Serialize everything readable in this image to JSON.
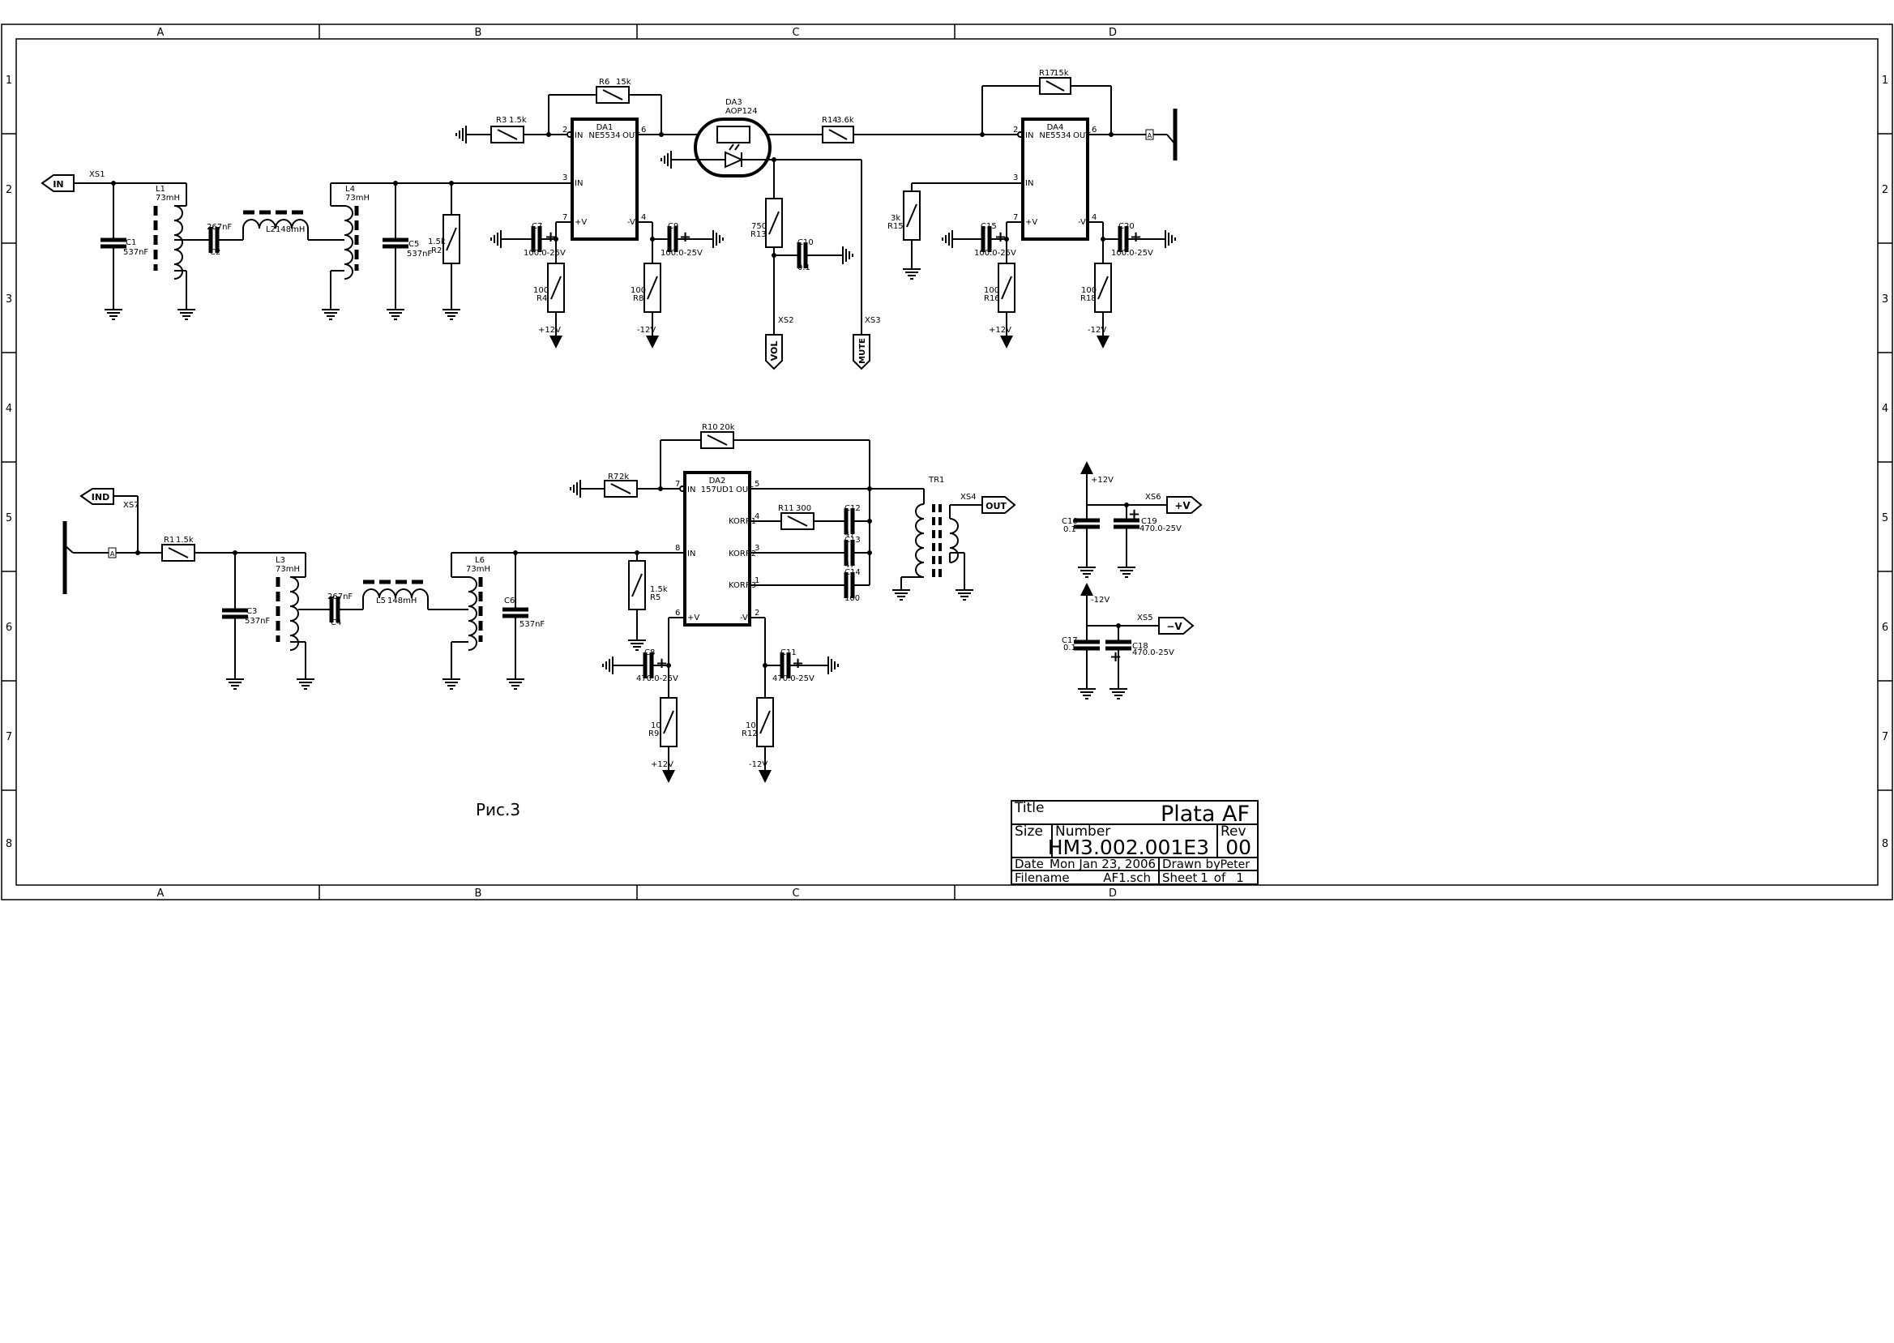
{
  "frame": {
    "columns": [
      "A",
      "B",
      "C",
      "D"
    ],
    "rows": [
      "1",
      "2",
      "3",
      "4",
      "5",
      "6",
      "7",
      "8"
    ]
  },
  "caption": "Рис.3",
  "title_block": {
    "title_label": "Title",
    "title": "Plata AF",
    "size_label": "Size",
    "number_label": "Number",
    "number": "HM3.002.001E3",
    "rev_label": "Rev",
    "rev": "00",
    "date_label": "Date",
    "date": "Mon Jan 23, 2006",
    "drawn_label": "Drawn by",
    "drawn": "Peter",
    "filename_label": "Filename",
    "filename": "AF1.sch",
    "sheet_label": "Sheet",
    "sheet_num": "1",
    "of_label": "of",
    "sheet_total": "1"
  },
  "connectors": {
    "in": "IN",
    "xs1": "XS1",
    "ind": "IND",
    "xs7": "XS7",
    "vol": "VOL",
    "xs2": "XS2",
    "mute": "MUTE",
    "xs3": "XS3",
    "out": "OUT",
    "xs4": "XS4",
    "pv": "+V",
    "xs6": "XS6",
    "mv": "−V",
    "xs5": "XS5",
    "a": "A"
  },
  "components": {
    "L1": "L1",
    "L1v": "73mH",
    "C1": "C1",
    "C1v": "537nF",
    "C2": "C2",
    "C2v": "267nF",
    "L2": "L2",
    "L2v": "148mH",
    "L4": "L4",
    "L4v": "73mH",
    "C5": "C5",
    "C5v": "537nF",
    "R2": "R2",
    "R2v": "1.5k",
    "R3": "R3",
    "R3v": "1.5k",
    "R6": "R6",
    "R6v": "15k",
    "DA1": "DA1",
    "DA1v": "NE5534",
    "C7": "C7",
    "C7v": "100.0-25V",
    "C9": "C9",
    "C9v": "100.0-25V",
    "R4": "R4",
    "R4v": "100",
    "R8": "R8",
    "R8v": "100",
    "DA3": "DA3",
    "DA3v": "AOP124",
    "R14": "R14",
    "R14v": "3.6k",
    "R13": "R13",
    "R13v": "750",
    "C10": "C10",
    "C10v": "0.1",
    "R17": "R17",
    "R17v": "15k",
    "DA4": "DA4",
    "DA4v": "NE5534",
    "R15": "R15",
    "R15v": "3k",
    "C15": "C15",
    "C15v": "100.0-25V",
    "C20": "C20",
    "C20v": "100.0-25V",
    "R16": "R16",
    "R16v": "100",
    "R18": "R18",
    "R18v": "100",
    "R1": "R1",
    "R1v": "1.5k",
    "C3": "C3",
    "C3v": "537nF",
    "L3": "L3",
    "L3v": "73mH",
    "C4": "C4",
    "C4v": "267nF",
    "L5": "L5",
    "L5v": "148mH",
    "L6": "L6",
    "L6v": "73mH",
    "C6": "C6",
    "C6v": "537nF",
    "R5": "R5",
    "R5v": "1.5k",
    "R7": "R7",
    "R7v": "2k",
    "R10": "R10",
    "R10v": "20k",
    "DA2": "DA2",
    "DA2v": "157UD1",
    "R11": "R11",
    "R11v": "300",
    "C12": "C12",
    "C12v": "47",
    "C13": "C13",
    "C13v": "47",
    "C14": "C14",
    "C14v": "100",
    "TR1": "TR1",
    "C8": "C8",
    "C8v": "470.0-25V",
    "C11": "C11",
    "C11v": "470.0-25V",
    "R9": "R9",
    "R9v": "10",
    "R12": "R12",
    "R12v": "10",
    "C16": "C16",
    "C16v": "0.1",
    "C19": "C19",
    "C19v": "470.0-25V",
    "C17": "C17",
    "C17v": "0.1",
    "C18": "C18",
    "C18v": "470.0-25V"
  },
  "pins": {
    "in": "IN",
    "out": "OUT",
    "pv": "+V",
    "mv": "-V",
    "korr1": "KORR1",
    "korr2": "KORR2",
    "korr3": "KORR3",
    "p1": "1",
    "p2": "2",
    "p3": "3",
    "p4": "4",
    "p5": "5",
    "p6": "6",
    "p7": "7",
    "p8": "8"
  },
  "rails": {
    "p12": "+12V",
    "m12": "-12V"
  }
}
